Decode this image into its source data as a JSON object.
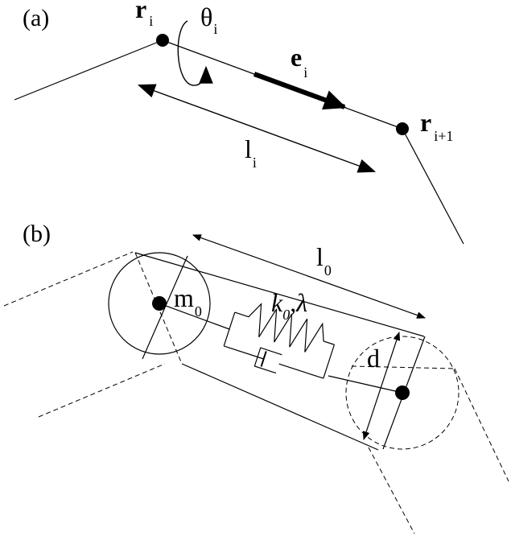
{
  "panel_a": {
    "label": "(a)",
    "r_i": {
      "symbol": "r",
      "subscript": "i"
    },
    "theta_i": {
      "symbol": "θ",
      "subscript": "i"
    },
    "e_i": {
      "symbol": "e",
      "subscript": "i"
    },
    "l_i": {
      "symbol": "l",
      "subscript": "i"
    },
    "r_i1": {
      "symbol": "r",
      "subscript": "i+1"
    }
  },
  "panel_b": {
    "label": "(b)",
    "l_0": {
      "symbol": "l",
      "subscript": "0"
    },
    "m_0": {
      "symbol": "m",
      "subscript": "0"
    },
    "k_lambda": {
      "k": "k",
      "k_sub": "0",
      "comma": ",",
      "lambda": "λ"
    },
    "d": "d"
  }
}
